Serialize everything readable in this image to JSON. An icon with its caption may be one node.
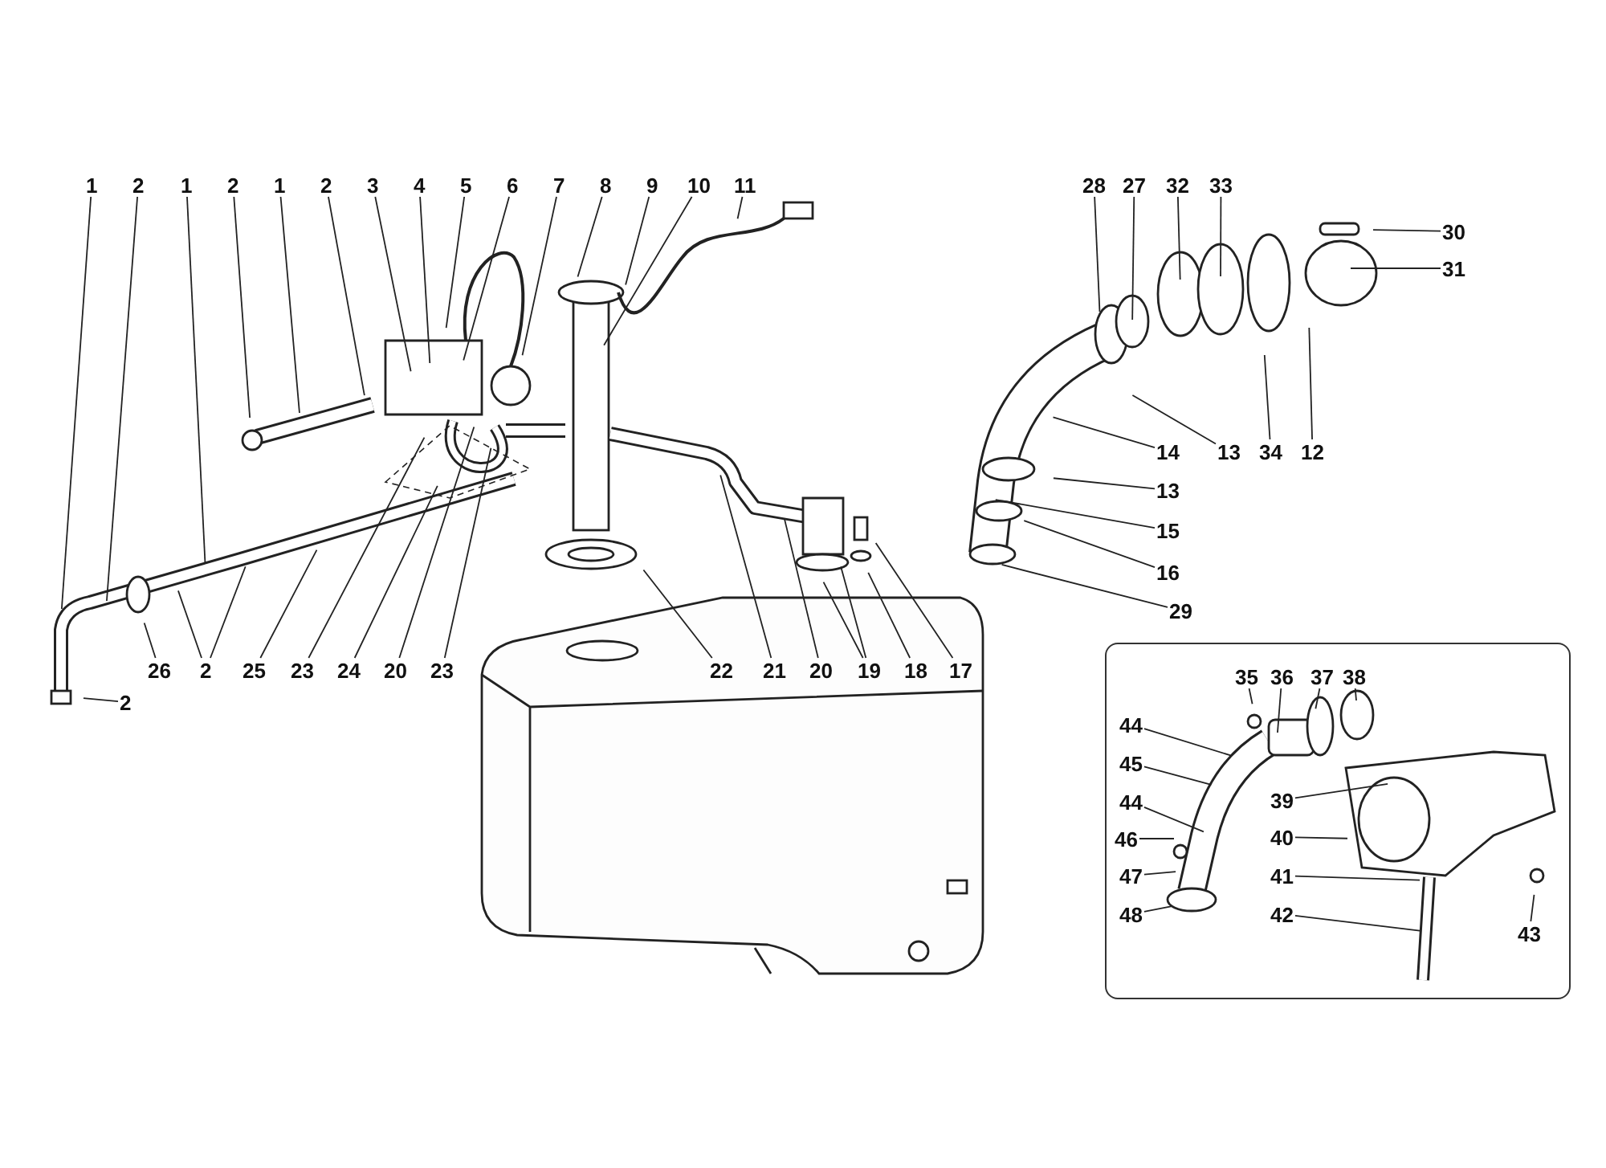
{
  "diagram": {
    "nodes": [
      {
        "text": [
          "1"
        ]
      },
      {
        "text": [
          "2"
        ]
      },
      {
        "text": [
          "1"
        ]
      },
      {
        "text": [
          "2"
        ]
      },
      {
        "text": [
          "1"
        ]
      },
      {
        "text": [
          "2"
        ]
      },
      {
        "text": [
          "3"
        ]
      },
      {
        "text": [
          "4"
        ]
      },
      {
        "text": [
          "5"
        ]
      },
      {
        "text": [
          "6"
        ]
      },
      {
        "text": [
          "7"
        ]
      },
      {
        "text": [
          "8"
        ]
      },
      {
        "text": [
          "9"
        ]
      },
      {
        "text": [
          "10"
        ]
      },
      {
        "text": [
          "11"
        ]
      },
      {
        "text": [
          "28"
        ]
      },
      {
        "text": [
          "27"
        ]
      },
      {
        "text": [
          "32"
        ]
      },
      {
        "text": [
          "33"
        ]
      },
      {
        "text": [
          "30"
        ]
      },
      {
        "text": [
          "31"
        ]
      },
      {
        "text": [
          "14"
        ]
      },
      {
        "text": [
          "13"
        ]
      },
      {
        "text": [
          "34"
        ]
      },
      {
        "text": [
          "12"
        ]
      },
      {
        "text": [
          "13"
        ]
      },
      {
        "text": [
          "15"
        ]
      },
      {
        "text": [
          "16"
        ]
      },
      {
        "text": [
          "29"
        ]
      },
      {
        "text": [
          "26"
        ]
      },
      {
        "text": [
          "2"
        ]
      },
      {
        "text": [
          "25"
        ]
      },
      {
        "text": [
          "23"
        ]
      },
      {
        "text": [
          "24"
        ]
      },
      {
        "text": [
          "20"
        ]
      },
      {
        "text": [
          "23"
        ]
      },
      {
        "text": [
          "22"
        ]
      },
      {
        "text": [
          "21"
        ]
      },
      {
        "text": [
          "20"
        ]
      },
      {
        "text": [
          "19"
        ]
      },
      {
        "text": [
          "18"
        ]
      },
      {
        "text": [
          "17"
        ]
      },
      {
        "text": [
          "2"
        ]
      },
      {
        "text": [],
        "shape": "box"
      },
      {
        "text": [
          "35"
        ],
        "in": 43
      },
      {
        "text": [
          "36"
        ],
        "in": 43
      },
      {
        "text": [
          "37"
        ],
        "in": 43
      },
      {
        "text": [
          "38"
        ],
        "in": 43
      },
      {
        "text": [
          "44"
        ],
        "in": 43
      },
      {
        "text": [
          "45"
        ],
        "in": 43
      },
      {
        "text": [
          "44"
        ],
        "in": 43
      },
      {
        "text": [
          "46"
        ],
        "in": 43
      },
      {
        "text": [
          "47"
        ],
        "in": 43
      },
      {
        "text": [
          "39"
        ],
        "in": 43
      },
      {
        "text": [
          "40"
        ],
        "in": 43
      },
      {
        "text": [
          "48"
        ],
        "in": 43
      },
      {
        "text": [
          "41"
        ],
        "in": 43
      },
      {
        "text": [
          "42"
        ],
        "in": 43
      },
      {
        "text": [
          "43"
        ],
        "in": 43
      }
    ],
    "edges": [
      {
        "from": 0,
        "to": null,
        "arrow": "none"
      },
      {
        "from": 1,
        "to": null,
        "arrow": "none"
      },
      {
        "from": 2,
        "to": null,
        "arrow": "none"
      },
      {
        "from": 3,
        "to": null,
        "arrow": "none"
      },
      {
        "from": 4,
        "to": null,
        "arrow": "none"
      },
      {
        "from": 5,
        "to": null,
        "arrow": "none"
      },
      {
        "from": 6,
        "to": null,
        "arrow": "none"
      },
      {
        "from": 7,
        "to": null,
        "arrow": "none"
      },
      {
        "from": 8,
        "to": null,
        "arrow": "none"
      },
      {
        "from": 9,
        "to": null,
        "arrow": "none"
      },
      {
        "from": 10,
        "to": null,
        "arrow": "none"
      },
      {
        "from": 11,
        "to": null,
        "arrow": "none"
      },
      {
        "from": 12,
        "to": null,
        "arrow": "none"
      },
      {
        "from": 13,
        "to": null,
        "arrow": "none"
      },
      {
        "from": 14,
        "to": null,
        "arrow": "none"
      },
      {
        "from": 15,
        "to": null,
        "arrow": "none"
      },
      {
        "from": 16,
        "to": null,
        "arrow": "none"
      },
      {
        "from": 17,
        "to": null,
        "arrow": "none"
      },
      {
        "from": 18,
        "to": null,
        "arrow": "none"
      },
      {
        "from": 19,
        "to": null,
        "arrow": "none"
      },
      {
        "from": 20,
        "to": null,
        "arrow": "none"
      },
      {
        "from": 21,
        "to": null,
        "arrow": "none"
      },
      {
        "from": 22,
        "to": null,
        "arrow": "none"
      },
      {
        "from": 23,
        "to": null,
        "arrow": "none"
      },
      {
        "from": 24,
        "to": null,
        "arrow": "none"
      },
      {
        "from": 25,
        "to": null,
        "arrow": "none"
      },
      {
        "from": 26,
        "to": null,
        "arrow": "none"
      },
      {
        "from": 27,
        "to": null,
        "arrow": "none"
      },
      {
        "from": 28,
        "to": null,
        "arrow": "none"
      },
      {
        "from": 29,
        "to": null,
        "arrow": "none"
      },
      {
        "from": 30,
        "to": null,
        "arrow": "none"
      },
      {
        "from": 30,
        "to": null,
        "arrow": "none"
      },
      {
        "from": 31,
        "to": null,
        "arrow": "none"
      },
      {
        "from": 32,
        "to": null,
        "arrow": "none"
      },
      {
        "from": 33,
        "to": null,
        "arrow": "none"
      },
      {
        "from": 34,
        "to": null,
        "arrow": "none"
      },
      {
        "from": 35,
        "to": null,
        "arrow": "none"
      },
      {
        "from": 36,
        "to": null,
        "arrow": "none"
      },
      {
        "from": 37,
        "to": null,
        "arrow": "none"
      },
      {
        "from": 38,
        "to": null,
        "arrow": "none"
      },
      {
        "from": 39,
        "to": null,
        "arrow": "none"
      },
      {
        "from": 39,
        "to": null,
        "arrow": "none"
      },
      {
        "from": 40,
        "to": null,
        "arrow": "none"
      },
      {
        "from": 41,
        "to": null,
        "arrow": "none"
      },
      {
        "from": 42,
        "to": null,
        "arrow": "none"
      },
      {
        "from": 44,
        "to": null,
        "arrow": "none"
      },
      {
        "from": 45,
        "to": null,
        "arrow": "none"
      },
      {
        "from": 46,
        "to": null,
        "arrow": "none"
      },
      {
        "from": 47,
        "to": null,
        "arrow": "none"
      },
      {
        "from": 48,
        "to": null,
        "arrow": "none"
      },
      {
        "from": 49,
        "to": null,
        "arrow": "none"
      },
      {
        "from": 50,
        "to": null,
        "arrow": "none"
      },
      {
        "from": 51,
        "to": null,
        "arrow": "none"
      },
      {
        "from": 52,
        "to": null,
        "arrow": "none"
      },
      {
        "from": 53,
        "to": null,
        "arrow": "none"
      },
      {
        "from": 54,
        "to": null,
        "arrow": "none"
      },
      {
        "from": 55,
        "to": null,
        "arrow": "none"
      },
      {
        "from": 56,
        "to": null,
        "arrow": "none"
      },
      {
        "from": 57,
        "to": null,
        "arrow": "none"
      },
      {
        "from": 58,
        "to": null,
        "arrow": "none"
      }
    ]
  }
}
